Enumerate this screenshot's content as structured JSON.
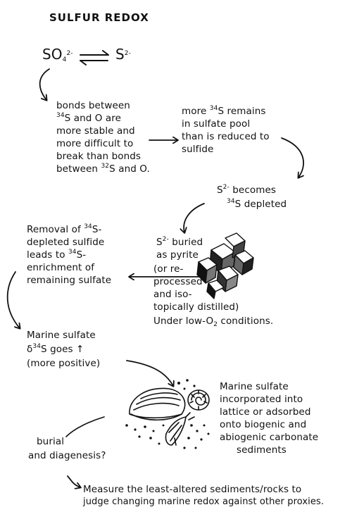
{
  "title": "SULFUR REDOX",
  "equation": {
    "left": "SO",
    "left_sub": "4",
    "left_sup": "2-",
    "right": "S",
    "right_sup": "2-"
  },
  "box1": {
    "line1": "bonds between",
    "line2_sup": "34",
    "line2": "S and O are",
    "line3": "more stable and",
    "line4": "more difficult to",
    "line5": "break than bonds",
    "line6_pre": "between",
    "line6_sup": "32",
    "line6": "S and O."
  },
  "box2": {
    "line1_pre": "more",
    "line1_sup": "34",
    "line1": "S remains",
    "line2": "in sulfate pool",
    "line3": "than is reduced to",
    "line4": "sulfide"
  },
  "box3": {
    "line1_pre": "S",
    "line1_sup": "2-",
    "line1": "becomes",
    "line2_sup": "34",
    "line2": "S depleted"
  },
  "box4": {
    "line1_pre": "S",
    "line1_sup": "2-",
    "line1": "buried",
    "line2": "as pyrite",
    "line3": "(or re-",
    "line4": "processed",
    "line5": "and iso-",
    "line6": "topically distilled)",
    "line7_pre": "Under low-O",
    "line7_sub": "2",
    "line7": "conditions."
  },
  "box5": {
    "line1_pre": "Removal of",
    "line1_sup": "34",
    "line1": "S-",
    "line2": "depleted sulfide",
    "line3_pre": "leads to",
    "line3_sup": "34",
    "line3": "S-",
    "line4": "enrichment of",
    "line5": "remaining sulfate"
  },
  "box6": {
    "line1": "Marine sulfate",
    "line2_pre": "δ",
    "line2_sup": "34",
    "line2": "S goes ↑",
    "line3": "(more positive)"
  },
  "box7": {
    "line1": "Marine sulfate",
    "line2": "incorporated into",
    "line3": "lattice or adsorbed",
    "line4": "onto biogenic and",
    "line5": "abiogenic carbonate",
    "line6": "sediments"
  },
  "box8": {
    "line1": "burial",
    "line2": "and diagenesis?"
  },
  "box9": {
    "line1": "Measure the least-altered sediments/rocks to",
    "line2": "judge changing marine redox against other proxies."
  }
}
